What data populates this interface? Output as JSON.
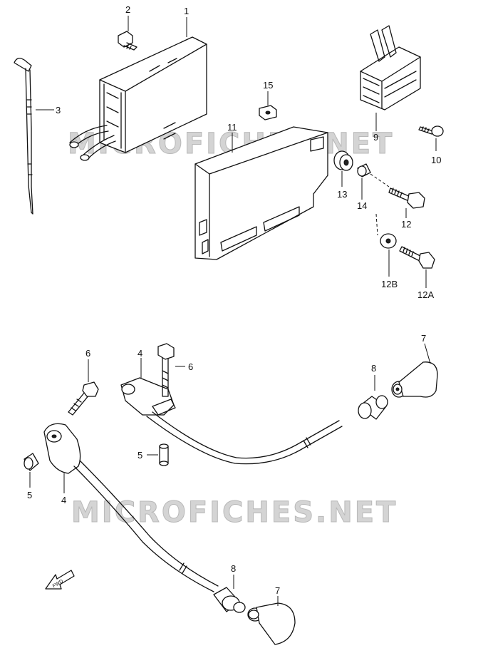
{
  "watermark": {
    "top": "MICROFICHES.NET",
    "bottom": "MICROFICHES.NET"
  },
  "fwd_label": "FWD",
  "callouts": {
    "c1": "1",
    "c2": "2",
    "c3": "3",
    "c4a": "4",
    "c4b": "4",
    "c5a": "5",
    "c5b": "5",
    "c6a": "6",
    "c6b": "6",
    "c7a": "7",
    "c7b": "7",
    "c8a": "8",
    "c8b": "8",
    "c9": "9",
    "c10": "10",
    "c11": "11",
    "c12": "12",
    "c12a": "12A",
    "c12b": "12B",
    "c13": "13",
    "c14": "14",
    "c15": "15"
  }
}
